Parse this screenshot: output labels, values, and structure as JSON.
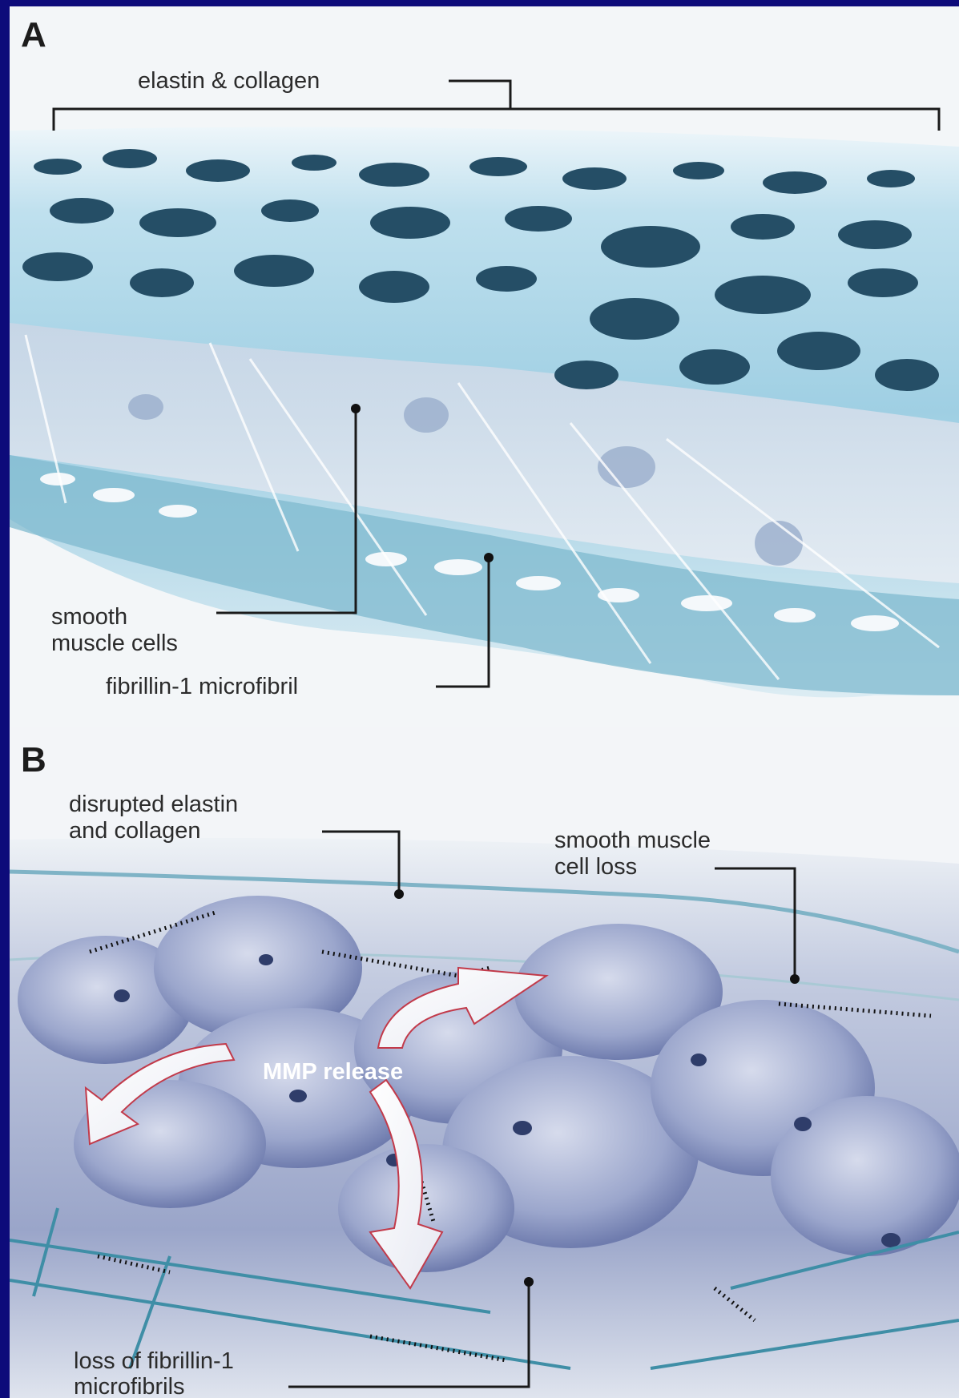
{
  "panels": {
    "a": {
      "letter": "A",
      "labels": {
        "top": "elastin & collagen",
        "smc_line1": "smooth",
        "smc_line2": "muscle cells",
        "fibril": "fibrillin-1 microfibril"
      }
    },
    "b": {
      "letter": "B",
      "labels": {
        "disrupted_line1": "disrupted elastin",
        "disrupted_line2": "and collagen",
        "smc_loss_line1": "smooth muscle",
        "smc_loss_line2": "cell loss",
        "mmp": "MMP release",
        "fibril_loss_line1": "loss of fibrillin-1",
        "fibril_loss_line2": "microfibrils"
      }
    }
  },
  "colors": {
    "frame": "#0d0b7a",
    "elastin_a": "#7fc0d8",
    "cells_b": "#8e9ac2",
    "fibril": "#3f8ea6"
  }
}
